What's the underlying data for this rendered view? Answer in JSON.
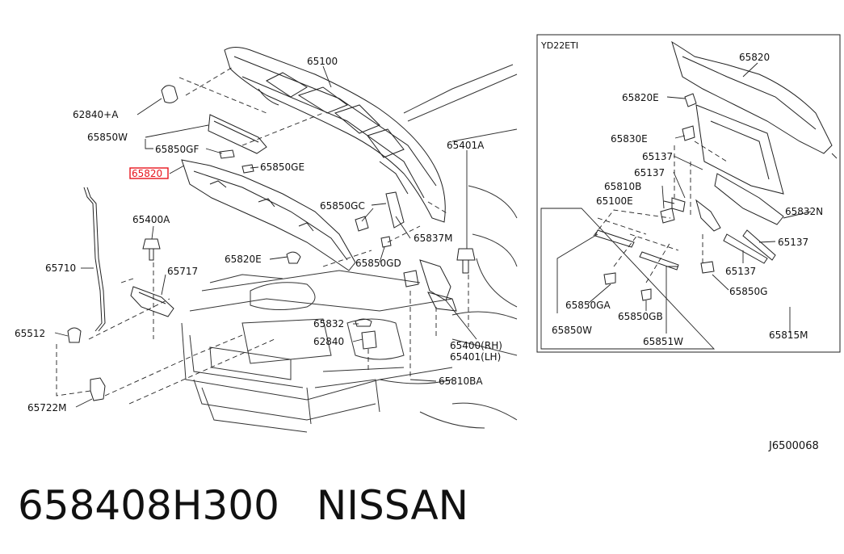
{
  "inset_title": "YD22ETI",
  "drawing_code": "J6500068",
  "part_number": "658408H300",
  "manufacturer": "NISSAN",
  "highlight_color": "#e8141c",
  "labels": {
    "l65100": "65100",
    "l62840a": "62840+A",
    "l65850w": "65850W",
    "l65850gf": "65850GF",
    "l65850ge": "65850GE",
    "l65820": "65820",
    "l65401a": "65401A",
    "l65850gc": "65850GC",
    "l65837m": "65837M",
    "l65400a": "65400A",
    "l65850gd": "65850GD",
    "l65710": "65710",
    "l65717": "65717",
    "l65820e": "65820E",
    "l65832": "65832",
    "l62840": "62840",
    "l65400rh": "65400(RH)",
    "l65401lh": "65401(LH)",
    "l65512": "65512",
    "l65810ba": "65810BA",
    "l65722m": "65722M",
    "i65820": "65820",
    "i65820e": "65820E",
    "i65830e": "65830E",
    "i65137a": "65137",
    "i65137b": "65137",
    "i65810b": "65810B",
    "i65100e": "65100E",
    "i65832n": "65832N",
    "i65137c": "65137",
    "i65137d": "65137",
    "i65850g": "65850G",
    "i65850ga": "65850GA",
    "i65850gb": "65850GB",
    "i65850w": "65850W",
    "i65851w": "65851W",
    "i65815m": "65815M"
  }
}
